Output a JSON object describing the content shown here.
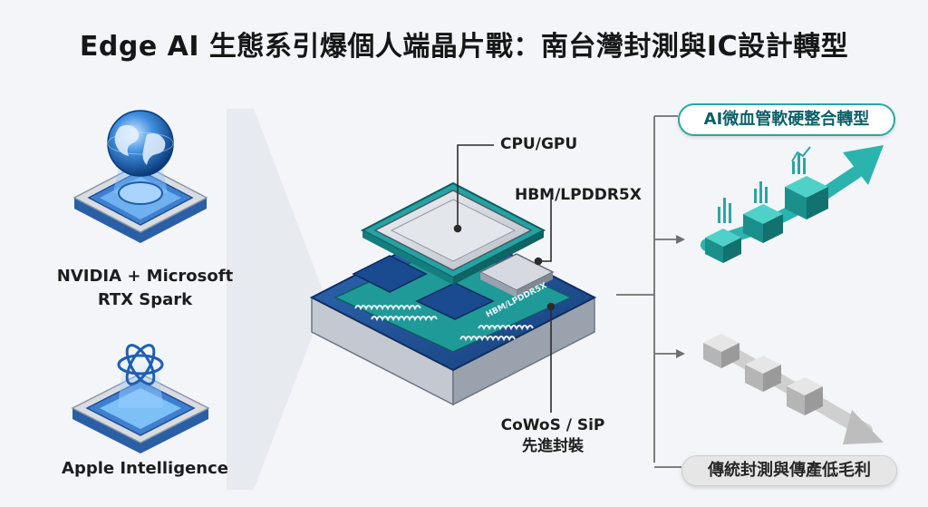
{
  "title": "Edge AI 生態系引爆個人端晶片戰：南台灣封測與IC設計轉型",
  "left": {
    "nvidia_caption_line1": "NVIDIA + Microsoft",
    "nvidia_caption_line2": "RTX Spark",
    "apple_caption": "Apple Intelligence"
  },
  "chip": {
    "cpu_label": "CPU/GPU",
    "hbm_label": "HBM/LPDDR5X",
    "substrate_text": "HBM/LPDDR5X",
    "cowos_line1": "CoWoS / SiP",
    "cowos_line2": "先進封裝"
  },
  "right": {
    "upper_pill": "AI微血管軟硬整合轉型",
    "lower_pill": "傳統封測與傳產低毛利"
  },
  "colors": {
    "teal": "#27a7a4",
    "navy": "#1d4f8c",
    "gray": "#9e9e9e"
  }
}
